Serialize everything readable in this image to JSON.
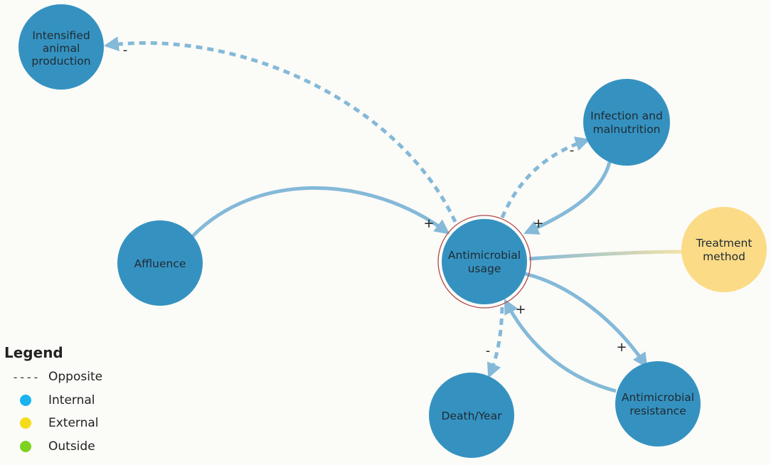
{
  "colors": {
    "internal_node": "#3592c0",
    "external_node": "#fbdb86",
    "edge": "#84b9d8",
    "focus_ring": "#b04a4a",
    "background": "#fbfbf8"
  },
  "nodes": [
    {
      "id": "intensified",
      "lines": [
        "Intensified",
        "animal",
        "production"
      ]
    },
    {
      "id": "infection",
      "lines": [
        "Infection and",
        "malnutrition"
      ]
    },
    {
      "id": "affluence",
      "lines": [
        "Affluence"
      ]
    },
    {
      "id": "usage",
      "lines": [
        "Antimicrobial",
        "usage"
      ]
    },
    {
      "id": "treatment",
      "lines": [
        "Treatment",
        "method"
      ]
    },
    {
      "id": "death",
      "lines": [
        "Death/Year"
      ]
    },
    {
      "id": "resistance",
      "lines": [
        "Antimicrobial",
        "resistance"
      ]
    }
  ],
  "edges": [
    {
      "id": "usage-to-intensified",
      "sign": "-",
      "opposite": true
    },
    {
      "id": "affluence-to-usage",
      "sign": "+",
      "opposite": false
    },
    {
      "id": "usage-to-infection",
      "sign": "-",
      "opposite": true
    },
    {
      "id": "infection-to-usage",
      "sign": "+",
      "opposite": false
    },
    {
      "id": "usage-treatment-link",
      "sign": "",
      "opposite": false
    },
    {
      "id": "usage-to-death",
      "sign": "-",
      "opposite": true
    },
    {
      "id": "usage-to-resistance",
      "sign": "+",
      "opposite": false
    },
    {
      "id": "resistance-to-usage",
      "sign": "+",
      "opposite": false
    }
  ],
  "legend": {
    "title": "Legend",
    "items": [
      {
        "type": "dash",
        "symbol": "----",
        "label": "Opposite"
      },
      {
        "type": "dot",
        "color": "#19b3ef",
        "label": "Internal"
      },
      {
        "type": "dot",
        "color": "#f5dc1a",
        "label": "External"
      },
      {
        "type": "dot",
        "color": "#7ed321",
        "label": "Outside"
      }
    ]
  }
}
